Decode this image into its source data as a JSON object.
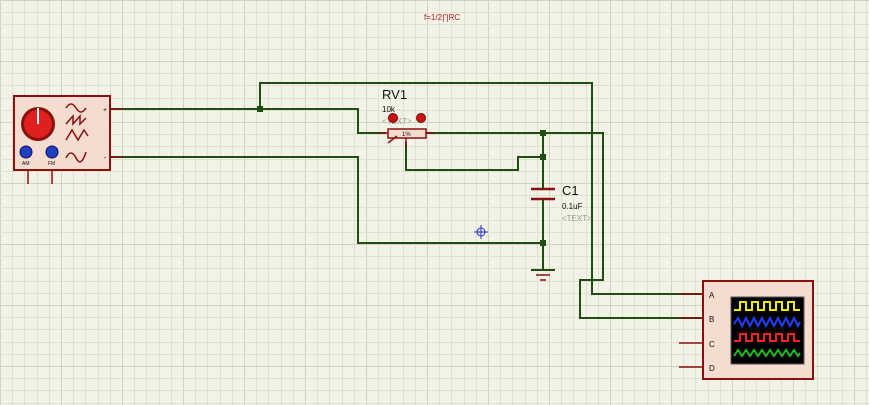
{
  "formula_text": "f=1/2∏RC",
  "rv1": {
    "ref": "RV1",
    "value": "10k",
    "text_tag": "<TEXT>",
    "percent": "1%"
  },
  "c1": {
    "ref": "C1",
    "value": "0.1uF",
    "text_tag": "<TEXT>"
  },
  "generator": {
    "plus_label": "+",
    "minus_label": "-",
    "knob_am": "AM",
    "knob_fm": "FM"
  },
  "oscilloscope": {
    "channels": [
      "A",
      "B",
      "C",
      "D"
    ],
    "trace_colors": [
      "#f0f000",
      "#2040ff",
      "#ff2020",
      "#20c020"
    ]
  },
  "colors": {
    "wire": "#1f4f10",
    "component_outline": "#8a1010",
    "body_fill": "#f4dcd0",
    "background": "#f2f2e6"
  }
}
